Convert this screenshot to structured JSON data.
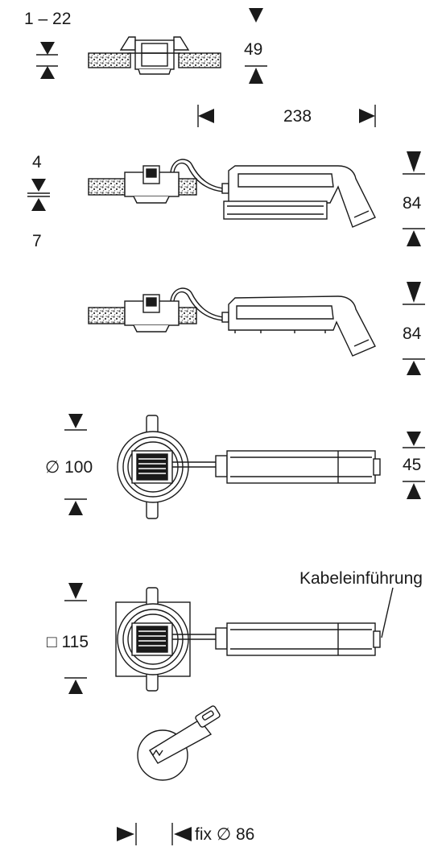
{
  "dimensions": {
    "ceiling_thickness": "1 – 22",
    "recess_depth": "49",
    "overall_length": "238",
    "cover_min": "4",
    "cover_max": "7",
    "height_view_a": "84",
    "height_view_b": "84",
    "diameter": "∅ 100",
    "width": "45",
    "square": "□ 115",
    "cutout": "fix ∅ 86"
  },
  "annotations": {
    "cable_entry": "Kabeleinführung"
  },
  "colors": {
    "line": "#1a1a1a",
    "fill": "#ffffff",
    "insulation": "#6e6e6e"
  },
  "icons": [
    "saw-blade-icon",
    "dimension-arrow-icon"
  ]
}
